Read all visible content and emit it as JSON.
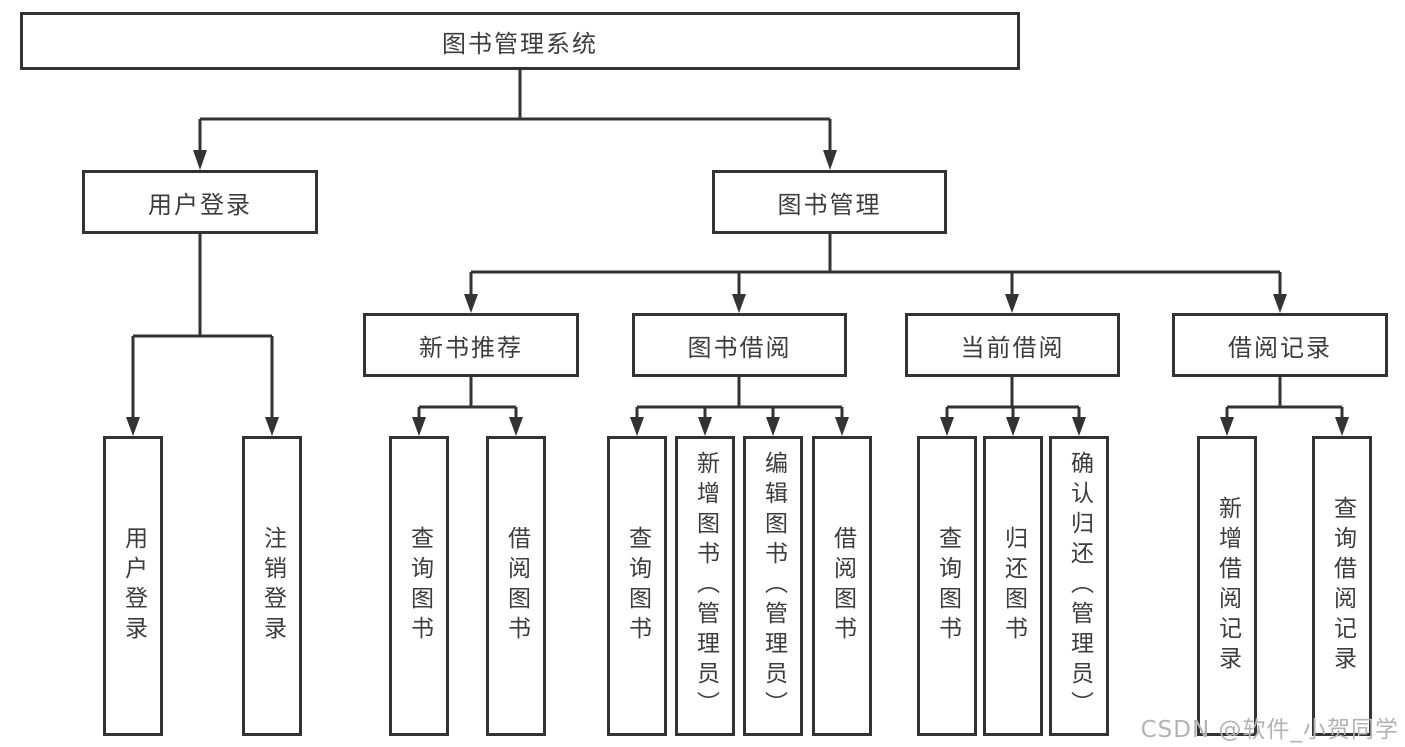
{
  "diagram": {
    "root": "图书管理系统",
    "level2": {
      "user_login": "用户登录",
      "book_mgmt": "图书管理"
    },
    "level3": {
      "new_books": "新书推荐",
      "book_borrow": "图书借阅",
      "current_borrow": "当前借阅",
      "borrow_records": "借阅记录"
    },
    "leaves": {
      "user_login": [
        "用户登录",
        "注销登录"
      ],
      "new_books": [
        "查询图书",
        "借阅图书"
      ],
      "book_borrow": [
        "查询图书",
        "新增图书（管理员）",
        "编辑图书（管理员）",
        "借阅图书"
      ],
      "current_borrow": [
        "查询图书",
        "归还图书",
        "确认归还（管理员）"
      ],
      "borrow_records": [
        "新增借阅记录",
        "查询借阅记录"
      ]
    }
  },
  "watermark": {
    "text": "CSDN @软件_小贺同学"
  },
  "colors": {
    "line": "#333333",
    "text": "#3d3d3d",
    "watermark": "#b3b3b3",
    "background": "#ffffff"
  }
}
